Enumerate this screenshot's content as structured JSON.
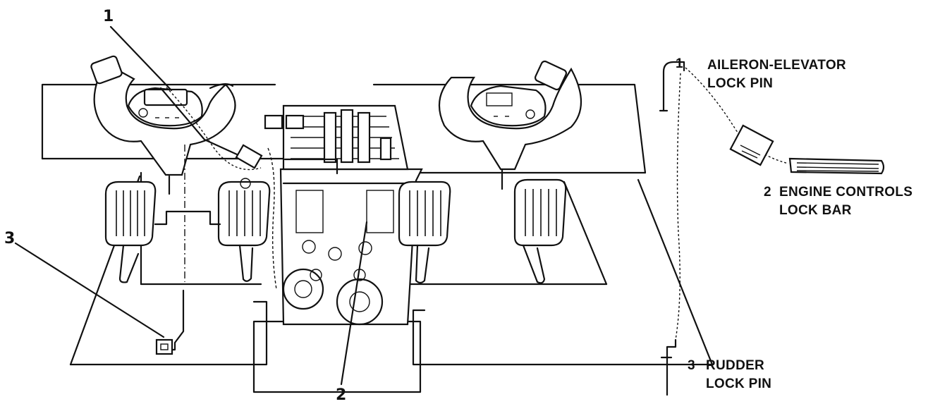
{
  "callouts": {
    "c1": "1",
    "c2": "2",
    "c3": "3"
  },
  "legend": {
    "item1": {
      "number": "1",
      "line1": "AILERON-ELEVATOR",
      "line2": "LOCK PIN"
    },
    "item2": {
      "number": "2",
      "line1": "ENGINE CONTROLS",
      "line2": "LOCK BAR"
    },
    "item3": {
      "number": "3",
      "line1": "RUDDER",
      "line2": "LOCK PIN"
    }
  }
}
